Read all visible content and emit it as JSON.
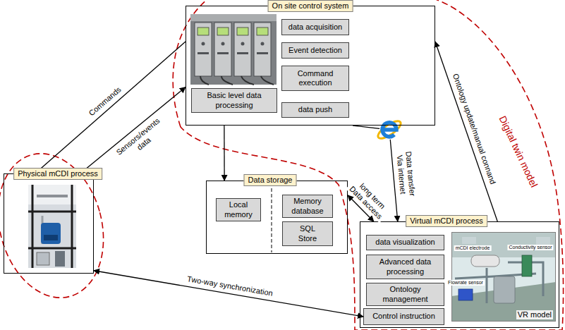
{
  "diagram": {
    "nodes": [
      {
        "text": [
          "On site control system"
        ]
      },
      {
        "text": [
          "data acquisition"
        ],
        "in": 0
      },
      {
        "text": [
          "Event detection"
        ],
        "in": 0
      },
      {
        "text": [
          "Command execution"
        ],
        "in": 0
      },
      {
        "text": [
          "Basic level data processing"
        ],
        "in": 0
      },
      {
        "text": [
          "data push"
        ],
        "in": 0
      },
      {
        "text": [
          "Physical mCDI process"
        ]
      },
      {
        "text": [
          "Data storage"
        ]
      },
      {
        "text": [
          "Local memory"
        ],
        "in": 7
      },
      {
        "text": [
          "Memory database"
        ],
        "in": 7
      },
      {
        "text": [
          "SQL Store"
        ],
        "in": 7
      },
      {
        "text": [
          "Virtual mCDI process"
        ]
      },
      {
        "text": [
          "data visualization"
        ],
        "in": 11
      },
      {
        "text": [
          "Advanced data processing"
        ],
        "in": 11
      },
      {
        "text": [
          "Ontology management"
        ],
        "in": 11
      },
      {
        "text": [
          "Control instruction"
        ],
        "in": 11
      },
      {
        "text": [
          "VR model"
        ],
        "in": 11
      }
    ],
    "edges": [
      {
        "from": 0,
        "to": 6,
        "arrow": "to",
        "label": "Commands"
      },
      {
        "from": 6,
        "to": 0,
        "arrow": "to",
        "label": "Sensors/events data"
      },
      {
        "from": 0,
        "to": 7,
        "arrow": "to"
      },
      {
        "from": 0,
        "to": 11,
        "arrow": "to",
        "label": "Data transfer Via internet"
      },
      {
        "from": 7,
        "to": 11,
        "arrow": "both",
        "label": "long term Data access"
      },
      {
        "from": 11,
        "to": 0,
        "arrow": "to",
        "label": "Ontology update/manual connand"
      },
      {
        "from": 6,
        "to": 15,
        "arrow": "both",
        "label": "Two-way synchronization"
      }
    ],
    "labels": [
      "Digital twin model",
      "mCDI electrode",
      "Conductivity sensor",
      "Flowrate sensor"
    ]
  }
}
